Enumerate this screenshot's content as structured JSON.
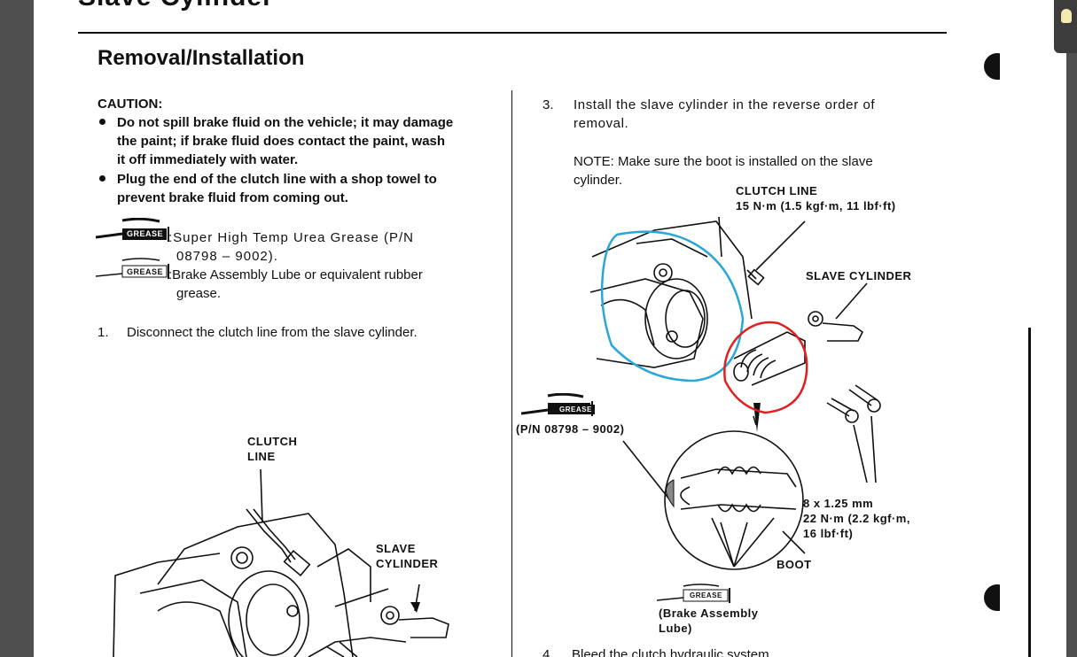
{
  "page": {
    "section_title": "Slave Cylinder",
    "heading": "Removal/Installation"
  },
  "left": {
    "caution_label": "CAUTION:",
    "bullets": [
      [
        "Do not spill brake fluid on the vehicle; it may damage",
        "the paint; if brake fluid does contact the paint, wash",
        "it off immediately with water."
      ],
      [
        "Plug the end of the clutch line with a shop towel to",
        "prevent brake fluid from coming out."
      ]
    ],
    "grease1": {
      "badge": "GREASE",
      "line1": "Super  High  Temp  Urea  Grease  (P/N",
      "line2": "08798 – 9002)."
    },
    "grease2": {
      "badge": "GREASE",
      "line1": "Brake Assembly Lube or equivalent rubber",
      "line2": "grease."
    },
    "step1_num": "1.",
    "step1_text": "Disconnect the clutch line from the slave cylinder.",
    "diagram_labels": {
      "clutch1": "CLUTCH",
      "clutch2": "LINE",
      "slave1": "SLAVE",
      "slave2": "CYLINDER"
    }
  },
  "right": {
    "step3_num": "3.",
    "step3_line1": "Install  the  slave  cylinder  in  the  reverse  order  of",
    "step3_line2": "removal.",
    "note_line1": "NOTE:  Make sure the boot is installed on the slave",
    "note_line2": "cylinder.",
    "clutch_line_label": "CLUTCH LINE",
    "clutch_line_torque": "15 N·m (1.5 kgf·m, 11 lbf·ft)",
    "slave_label": "SLAVE CYLINDER",
    "grease_badge": "GREASE",
    "pn_label": "(P/N 08798 – 9002)",
    "bolt_size": "8 x 1.25 mm",
    "bolt_torque1": "22 N·m (2.2 kgf·m,",
    "bolt_torque2": "16 lbf·ft)",
    "boot_label": "BOOT",
    "lube_badge": "GREASE",
    "lube_line1": "(Brake Assembly",
    "lube_line2": "Lube)",
    "step4_num": "4.",
    "step4_text": "Bleed the clutch hydraulic system."
  },
  "colors": {
    "highlight_blue": "#2aa6d8",
    "highlight_red": "#e02020"
  }
}
